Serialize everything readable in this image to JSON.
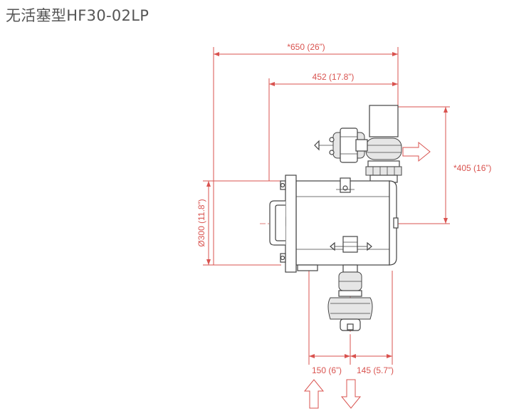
{
  "title": "无活塞型HF30-02LP",
  "dimensions": {
    "overall_width": "*650 (26”)",
    "inlet_width": "452 (17.8”)",
    "height_outlet": "*405 (16”)",
    "diameter": "Ø300 (11.8”)",
    "bottom_left": "150 (6”)",
    "bottom_right": "145 (5.7”)"
  },
  "colors": {
    "dimension": "#d9534f",
    "body_outline": "#444444",
    "title": "#555555"
  },
  "icons": {
    "outlet_arrow": "arrow-right-icon",
    "inlet_arrow": "arrow-up-icon",
    "drain_arrow": "arrow-down-icon"
  }
}
